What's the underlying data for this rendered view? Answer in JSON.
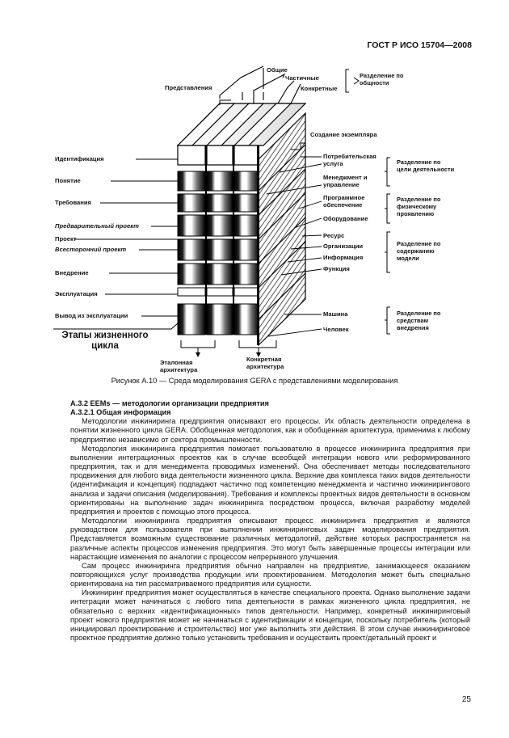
{
  "header": {
    "standard": "ГОСТ Р ИСО 15704—2008"
  },
  "figure": {
    "top_labels": {
      "general": "Общие",
      "partial": "Частичные",
      "specific": "Конкретные",
      "representations": "Представления",
      "generality_group": "Разделение по общности"
    },
    "instance_creation": "Создание экземпляра",
    "lifecycle_phases": [
      {
        "label": "Идентификация",
        "italic": false
      },
      {
        "label": "Понятие",
        "italic": false
      },
      {
        "label": "Требования",
        "italic": false
      },
      {
        "label": "Предварительный проект",
        "italic": true
      },
      {
        "label": "Проект",
        "italic": false
      },
      {
        "label": "Всесторонний проект",
        "italic": true
      },
      {
        "label": "Внедрение",
        "italic": false
      },
      {
        "label": "Эксплуатация",
        "italic": false
      },
      {
        "label": "Вывод из эксплуатации",
        "italic": false
      }
    ],
    "lifecycle_title": "Этапы жизненного цикла",
    "purpose_items": [
      "Потребительская услуга",
      "Менеджмент и управление"
    ],
    "implementation_items": [
      "Программное обеспечение",
      "Оборудование"
    ],
    "content_items": [
      "Ресурс",
      "Организации",
      "Информация",
      "Функция"
    ],
    "means_items": [
      "Машина",
      "Человек"
    ],
    "groups": {
      "purpose": "Разделение по цели деятельности",
      "implementation": "Разделение по физическому проявлению",
      "content": "Разделение по содержанию модели",
      "means": "Разделение по средствам внедрения"
    },
    "bottom_labels": {
      "reference": "Эталонная архитектура",
      "particular": "Конкретная архитектура"
    },
    "caption": "Рисунок А.10 — Среда моделирования GERA с представлениями моделирования"
  },
  "section": {
    "heading": "А.3.2 EEMs — методологии организации предприятия",
    "subheading": "А.3.2.1 Общая информация",
    "paragraphs": [
      "Методологии инжиниринга предприятия описывают его процессы. Их область деятельности определена в понятии жизненного цикла GERA. Обобщенная методология, как и обобщенная архитектура, применима к любому предприятию независимо от сектора промышленности.",
      "Методология инжиниринга предприятия помогает пользователю в процессе инжиниринга предприятия при выполнении интеграционных проектов как в случае всеобщей интеграции нового или реформированного предприятия, так и для менеджмента проводимых изменений. Она обеспечивает методы последовательного продвижения для любого вида деятельности жизненного цикла. Верхние два комплекса таких видов деятельности (идентификация и концепция) подпадают частично под компетенцию менеджмента и частично инжинирингового анализа и задачи описания (моделирования). Требования и комплексы проектных видов деятельности в основном ориентированы на выполнение задач инжиниринга посредством процесса, включая разработку моделей предприятия и проектов с помощью этого процесса.",
      "Методологии инжиниринга предприятия описывают процесс инжиниринга предприятия и являются руководством для пользователя при выполнении инжиниринговых задач моделирования предприятия. Представляется возможным существование различных методологий, действие которых распространяется на различные аспекты процессов изменения предприятия. Это могут быть завершенные процессы интеграции или нарастающие изменения по аналогии с процессом непрерывного улучшения.",
      "Сам процесс инжиниринга предприятия обычно направлен на предприятие, занимающееся оказанием повторяющихся услуг производства продукции или проектированием. Методология может быть специально ориентирована на тип рассматриваемого предприятия или сущности.",
      "Инжиниринг предприятия может осуществляться в качестве специального проекта. Однако выполнение задачи интеграции может начинаться с любого типа деятельности в рамках жизненного цикла предприятия, не обязательно с верхних «идентификационных» типов деятельности. Например, конкретный инжиниринговый проект нового предприятия может не начинаться с идентификации и концепции, поскольку потребитель (который инициировал проектирование и строительство) мог уже выполнить эти действия. В этом случае инжиниринговое проектное предприятие должно только установить требования и осуществить проект/детальный проект и"
    ]
  },
  "page_number": "25"
}
